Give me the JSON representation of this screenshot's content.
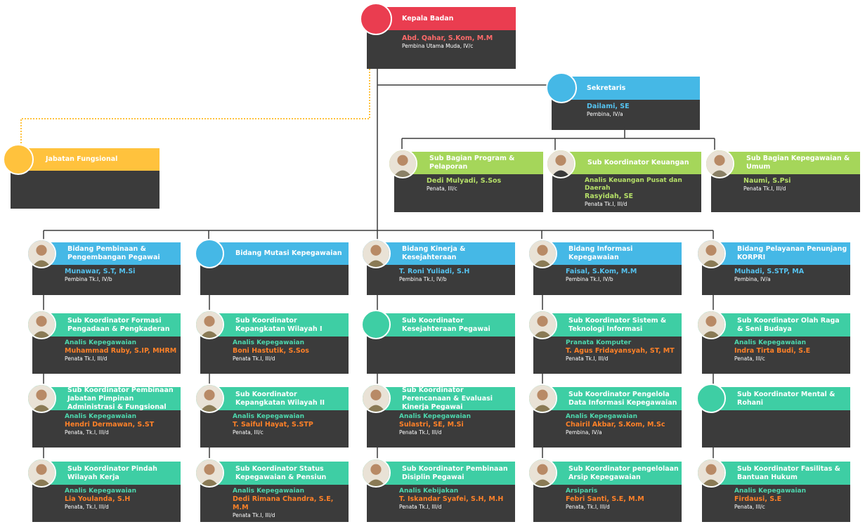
{
  "head": {
    "title": "Kepala Badan",
    "name": "Abd. Qahar, S.Kom, M.M",
    "rank": "Pembina Utama Muda, IV/c"
  },
  "sekretaris": {
    "title": "Sekretaris",
    "name": "Dailami, SE",
    "rank": "Pembina, IV/a"
  },
  "fungsional": {
    "title": "Jabatan Fungsional"
  },
  "subbagian": [
    {
      "title": "Sub Bagian Program & Pelaporan",
      "role": "",
      "name": "Dedi Mulyadi, S.Sos",
      "rank": "Penata, III/c"
    },
    {
      "title": "Sub Koordinator Keuangan",
      "role": "Analis Keuangan Pusat dan Daerah",
      "name": "Rasyidah, SE",
      "rank": "Penata Tk.I, III/d"
    },
    {
      "title": "Sub Bagian Kepegawaian & Umum",
      "role": "",
      "name": "Naumi, S.Psi",
      "rank": "Penata Tk.I, III/d"
    }
  ],
  "columns": [
    {
      "bidang": {
        "title": "Bidang Pembinaan & Pengembangan Pegawai",
        "name": "Munawar, S.T, M.Si",
        "rank": "Pembina Tk.I, IV/b"
      },
      "subs": [
        {
          "title": "Sub Koordinator Formasi Pengadaan & Pengkaderan",
          "role": "Analis Kepegawaian",
          "name": "Muhammad Ruby, S.IP, MHRM",
          "rank": "Penata Tk.I, III/d"
        },
        {
          "title": "Sub Koordinator Pembinaan Jabatan Pimpinan Administrasi & Fungsional",
          "role": "Analis Kepegawaian",
          "name": "Hendri Dermawan, S.ST",
          "rank": "Penata, Tk.I, III/d"
        },
        {
          "title": "Sub Koordinator Pindah Wilayah Kerja",
          "role": "Analis Kepegawaian",
          "name": "Lia Youlanda, S.H",
          "rank": "Penata, Tk.I, III/d"
        }
      ]
    },
    {
      "bidang": {
        "title": "Bidang Mutasi Kepegawaian",
        "name": "",
        "rank": ""
      },
      "subs": [
        {
          "title": "Sub Koordinator Kepangkatan Wilayah I",
          "role": "Analis Kepegawaian",
          "name": "Boni Hastutik, S.Sos",
          "rank": "Penata Tk.I, III/d"
        },
        {
          "title": "Sub Koordinator Kepangkatan Wilayah II",
          "role": "Analis Kepegawaian",
          "name": "T. Saiful Hayat, S.STP",
          "rank": "Penata, III/c"
        },
        {
          "title": "Sub Koordinator Status Kepegawaian & Pensiun",
          "role": "Analis Kepegawaian",
          "name": "Dedi Rimana Chandra, S.E, M.M",
          "rank": "Penata Tk.I, III/d"
        }
      ]
    },
    {
      "bidang": {
        "title": "Bidang Kinerja & Kesejahteraan",
        "name": "T. Roni Yuliadi, S.H",
        "rank": "Pembina Tk.I, IV/b"
      },
      "subs": [
        {
          "title": "Sub Koordinator Kesejahteraan Pegawai",
          "role": "",
          "name": "",
          "rank": ""
        },
        {
          "title": "Sub Koordinator Perencanaan & Evaluasi Kinerja Pegawai",
          "role": "Analis Kepegawaian",
          "name": "Sulastri, SE, M.Si",
          "rank": "Penata Tk.I, III/d"
        },
        {
          "title": "Sub Koordinator Pembinaan Disiplin Pegawai",
          "role": "Analis Kebijakan",
          "name": "T. Iskandar Syafei, S.H, M.H",
          "rank": "Penata Tk.I, III/d"
        }
      ]
    },
    {
      "bidang": {
        "title": "Bidang Informasi Kepegawaian",
        "name": "Faisal, S.Kom, M.M",
        "rank": "Pembina Tk.I, IV/b"
      },
      "subs": [
        {
          "title": "Sub Koordinator Sistem & Teknologi Informasi",
          "role": "Pranata Komputer",
          "name": "T. Agus Fridayansyah, ST, MT",
          "rank": "Penata Tk.I, III/d"
        },
        {
          "title": "Sub Koordinator Pengelola Data Informasi Kepegawaian",
          "role": "Analis Kepegawaian",
          "name": "Chairil Akbar, S.Kom, M.Sc",
          "rank": "Pembina, IV/a"
        },
        {
          "title": "Sub Koordinator pengelolaan Arsip Kepegawaian",
          "role": "Arsiparis",
          "name": "Febri Santi, S.E, M.M",
          "rank": "Penata, Tk.I, III/d"
        }
      ]
    },
    {
      "bidang": {
        "title": "Bidang Pelayanan Penunjang KORPRI",
        "name": "Muhadi, S.STP, MA",
        "rank": "Pembina, IV/a"
      },
      "subs": [
        {
          "title": "Sub Koordinator Olah Raga & Seni Budaya",
          "role": "Analis Kepegawaian",
          "name": "Indra Tirta Budi, S.E",
          "rank": "Penata, III/c"
        },
        {
          "title": "Sub Koordinator Mental & Rohani",
          "role": "",
          "name": "",
          "rank": ""
        },
        {
          "title": "Sub Koordinator Fasilitas & Bantuan Hukum",
          "role": "Analis Kepegawaian",
          "name": "Firdausi, S.E",
          "rank": "Penata, III/c"
        }
      ]
    }
  ]
}
